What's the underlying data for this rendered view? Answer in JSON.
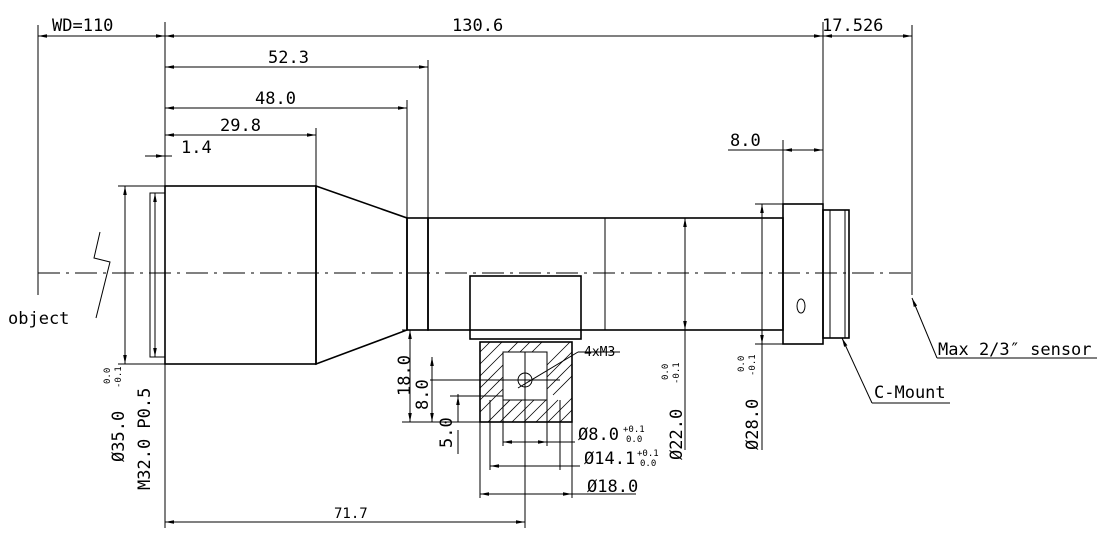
{
  "dimensions": {
    "wd": "WD=110",
    "total_length": "130.6",
    "flange_distance": "17.526",
    "len_52": "52.3",
    "len_48": "48.0",
    "len_29": "29.8",
    "len_1_4": "1.4",
    "len_8": "8.0",
    "len_71": "71.7",
    "height_18": "18.0",
    "height_8": "8.0",
    "height_5": "5.0"
  },
  "diameters": {
    "d35": "Ø35.0",
    "m32": "M32.0 P0.5",
    "d22": "Ø22.0",
    "d28": "Ø28.0",
    "d8": "Ø8.0",
    "d14": "Ø14.1",
    "d18": "Ø18.0"
  },
  "tolerances": {
    "d35_upper": "0.0",
    "d35_lower": "-0.1",
    "d22_upper": "0.0",
    "d22_lower": "-0.1",
    "d28_upper": "0.0",
    "d28_lower": "-0.1",
    "d8_upper": "+0.1",
    "d8_lower": "0.0",
    "d14_upper": "+0.1",
    "d14_lower": "0.0"
  },
  "labels": {
    "object": "object",
    "sensor": "Max 2/3″ sensor",
    "mount": "C-Mount",
    "screws": "4xM3"
  }
}
